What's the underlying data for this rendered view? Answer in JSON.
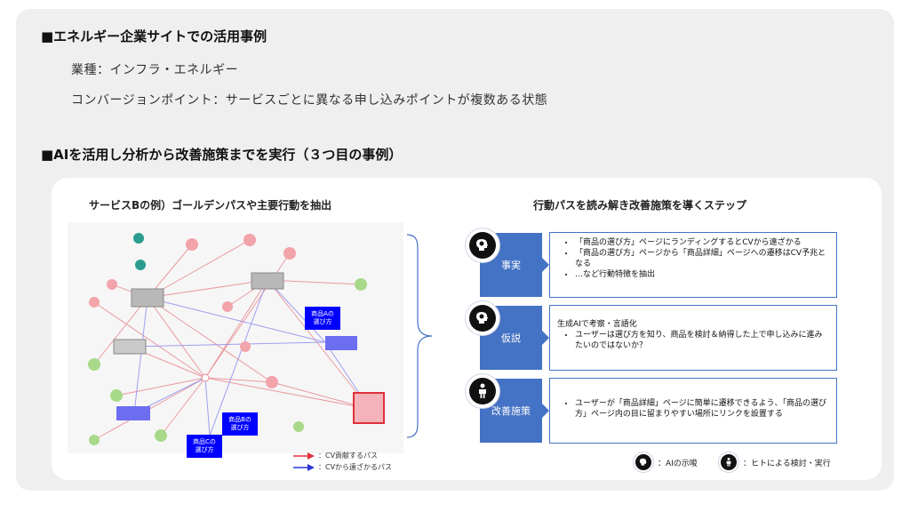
{
  "section1": {
    "heading": "■エネルギー企業サイトでの活用事例",
    "industry": "業種：インフラ・エネルギー",
    "conversion_point": "コンバージョンポイント：サービスごとに異なる申し込みポイントが複数ある状態"
  },
  "section2": {
    "heading": "■AIを活用し分析から改善施策までを実行（３つ目の事例）"
  },
  "left_panel": {
    "title": "サービスBの例）ゴールデンパスや主要行動を抽出",
    "node_labels": {
      "product_a": "商品Aの\n選び方",
      "product_b": "商品Bの\n選び方",
      "product_c": "商品Cの\n選び方"
    },
    "legend": {
      "red": "：CV貢献するパス",
      "blue": "：CVから遠ざかるパス",
      "red_color": "#e0303a",
      "blue_color": "#2a36d8"
    }
  },
  "right_panel": {
    "title": "行動パスを読み解き改善施策を導くステップ",
    "steps": {
      "fact": {
        "label": "事実",
        "icon": "ai-head-icon",
        "bullet1": "「商品の選び方」ページにランディングするとCVから遠ざかる",
        "bullet2": "「商品の選び方」ページから「商品詳細」ページへの遷移はCV予兆となる",
        "bullet3": "…など行動特徴を抽出"
      },
      "hypothesis": {
        "label": "仮説",
        "icon": "ai-head-icon",
        "intro": "生成AIで考察・言語化",
        "bullet1": "ユーザーは選び方を知り、商品を検討＆納得した上で申し込みに進みたいのではないか？"
      },
      "measure": {
        "label": "改善施策",
        "icon": "person-icon",
        "bullet1": "ユーザーが「商品詳細」ページに簡単に遷移できるよう、「商品の選び方」ページ内の目に留まりやすい場所にリンクを設置する"
      }
    },
    "legend": {
      "ai": "：AIの示唆",
      "human": "：ヒトによる検討・実行"
    },
    "accent_color": "#4472c4"
  }
}
